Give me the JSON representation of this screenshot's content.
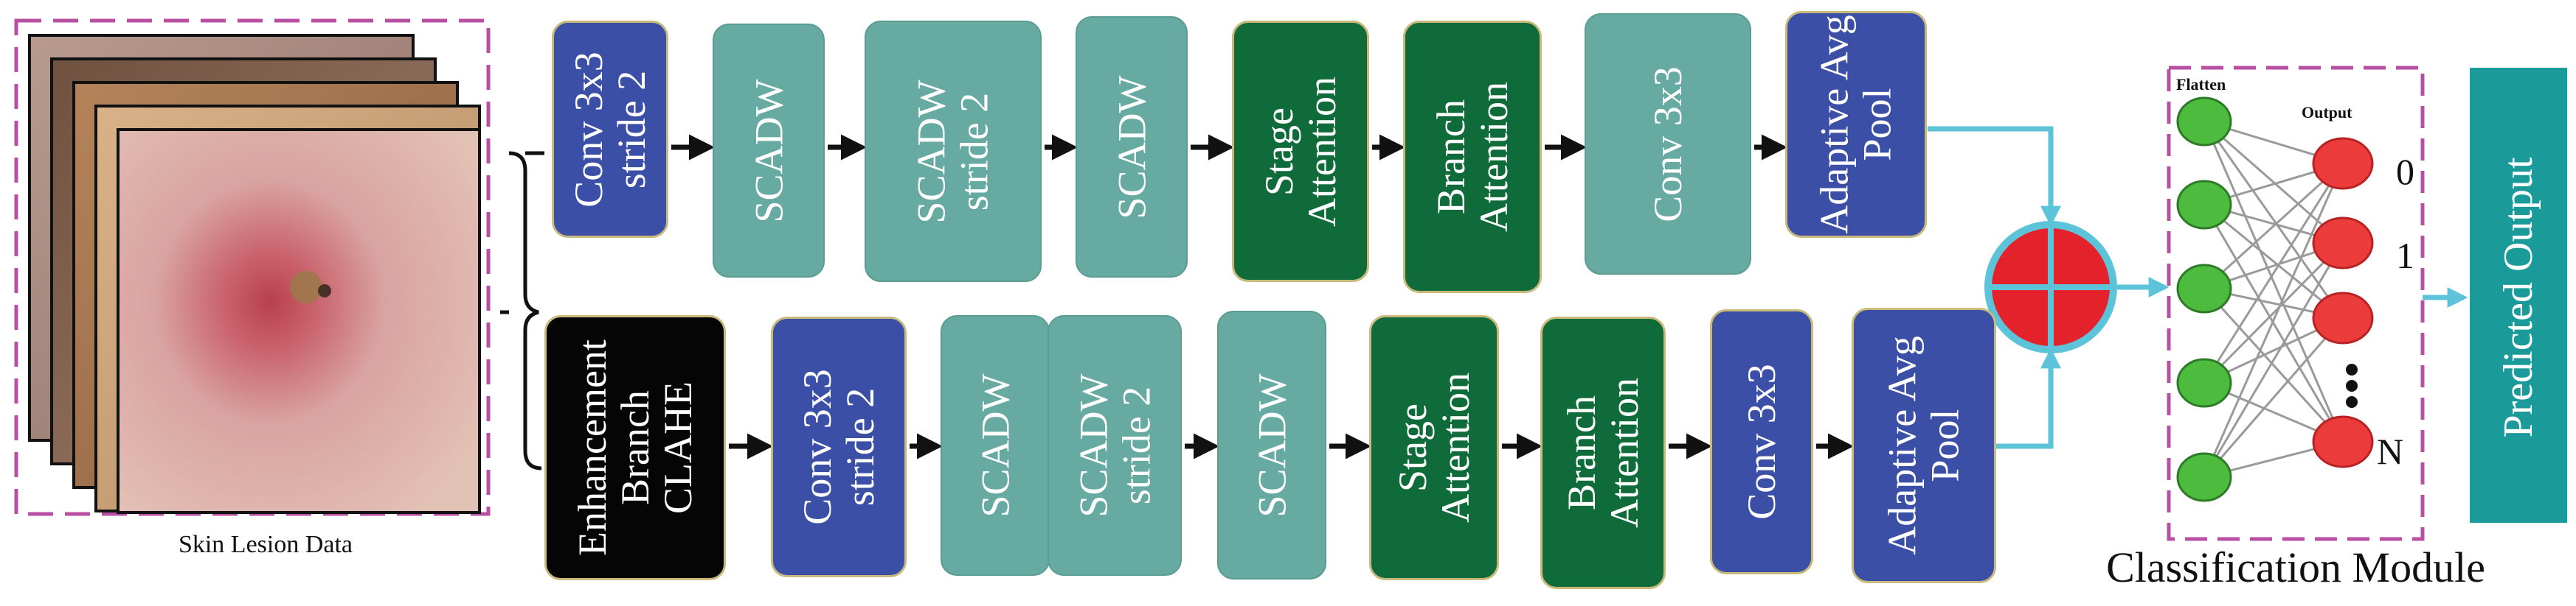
{
  "input": {
    "caption": "Skin Lesion Data"
  },
  "top_branch": [
    {
      "label": "Conv 3x3\nstride 2",
      "kind": "blue"
    },
    {
      "label": "SCADW",
      "kind": "teal"
    },
    {
      "label": "SCADW\nstride 2",
      "kind": "teal"
    },
    {
      "label": "SCADW",
      "kind": "teal"
    },
    {
      "label": "Stage\nAttention",
      "kind": "green"
    },
    {
      "label": "Branch\nAttention",
      "kind": "green"
    },
    {
      "label": "Conv 3x3",
      "kind": "teal"
    },
    {
      "label": "Adaptive Avg\nPool",
      "kind": "blue"
    }
  ],
  "bottom_branch": [
    {
      "label": "Enhancement\nBranch\nCLAHE",
      "kind": "black"
    },
    {
      "label": "Conv 3x3\nstride 2",
      "kind": "blue"
    },
    {
      "label": "SCADW",
      "kind": "teal"
    },
    {
      "label": "SCADW\nstride 2",
      "kind": "teal"
    },
    {
      "label": "SCADW",
      "kind": "teal"
    },
    {
      "label": "Stage\nAttention",
      "kind": "green"
    },
    {
      "label": "Branch\nAttention",
      "kind": "green"
    },
    {
      "label": "Conv 3x3",
      "kind": "blue"
    },
    {
      "label": "Adaptive Avg\nPool",
      "kind": "blue"
    }
  ],
  "classification": {
    "flatten_label": "Flatten",
    "output_label": "Output",
    "output_labels": [
      "0",
      "1",
      "N"
    ],
    "caption": "Classification Module"
  },
  "predicted": {
    "label": "Predicted Output"
  },
  "colors": {
    "blue": "#3b4fa6",
    "teal": "#66aaa1",
    "green": "#0f6b3a",
    "black": "#050505",
    "cyan_arrow": "#5cc3d8",
    "fusion_red": "#e3222b",
    "neuron_green": "#4dbb3e",
    "neuron_red": "#ec3b3b",
    "dashed_magenta": "#b84fa3",
    "predicted_bg": "#1a9a98"
  }
}
